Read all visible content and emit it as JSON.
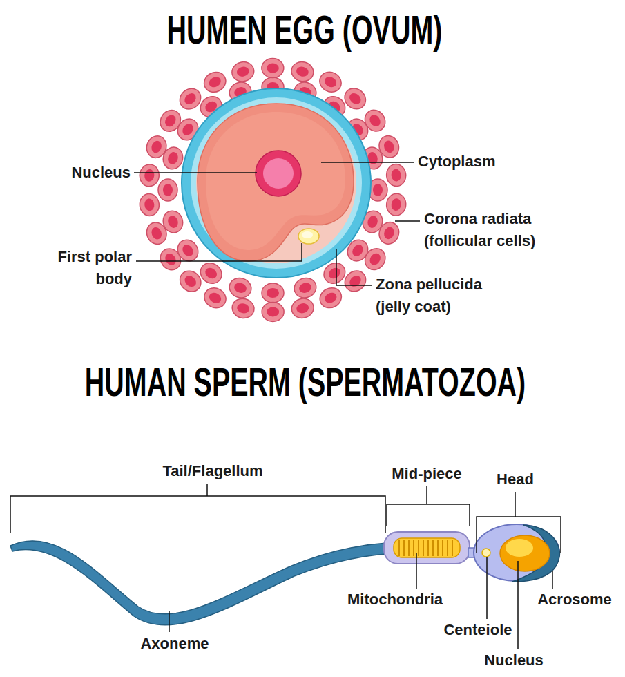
{
  "diagram": {
    "title": "HUMEN EGG (OVUM)",
    "labels": [
      "HUMAN SPERM (SPERMATOZOA)",
      "Nucleus",
      "Cytoplasm",
      "Corona radiata (follicular cells)",
      "First polar body",
      "Zona pellucida (jelly coat)",
      "Tail/Flagellum",
      "Mid-piece",
      "Head",
      "Mitochondria",
      "Axoneme",
      "Centeiole",
      "Nucleus",
      "Acrosome"
    ]
  }
}
